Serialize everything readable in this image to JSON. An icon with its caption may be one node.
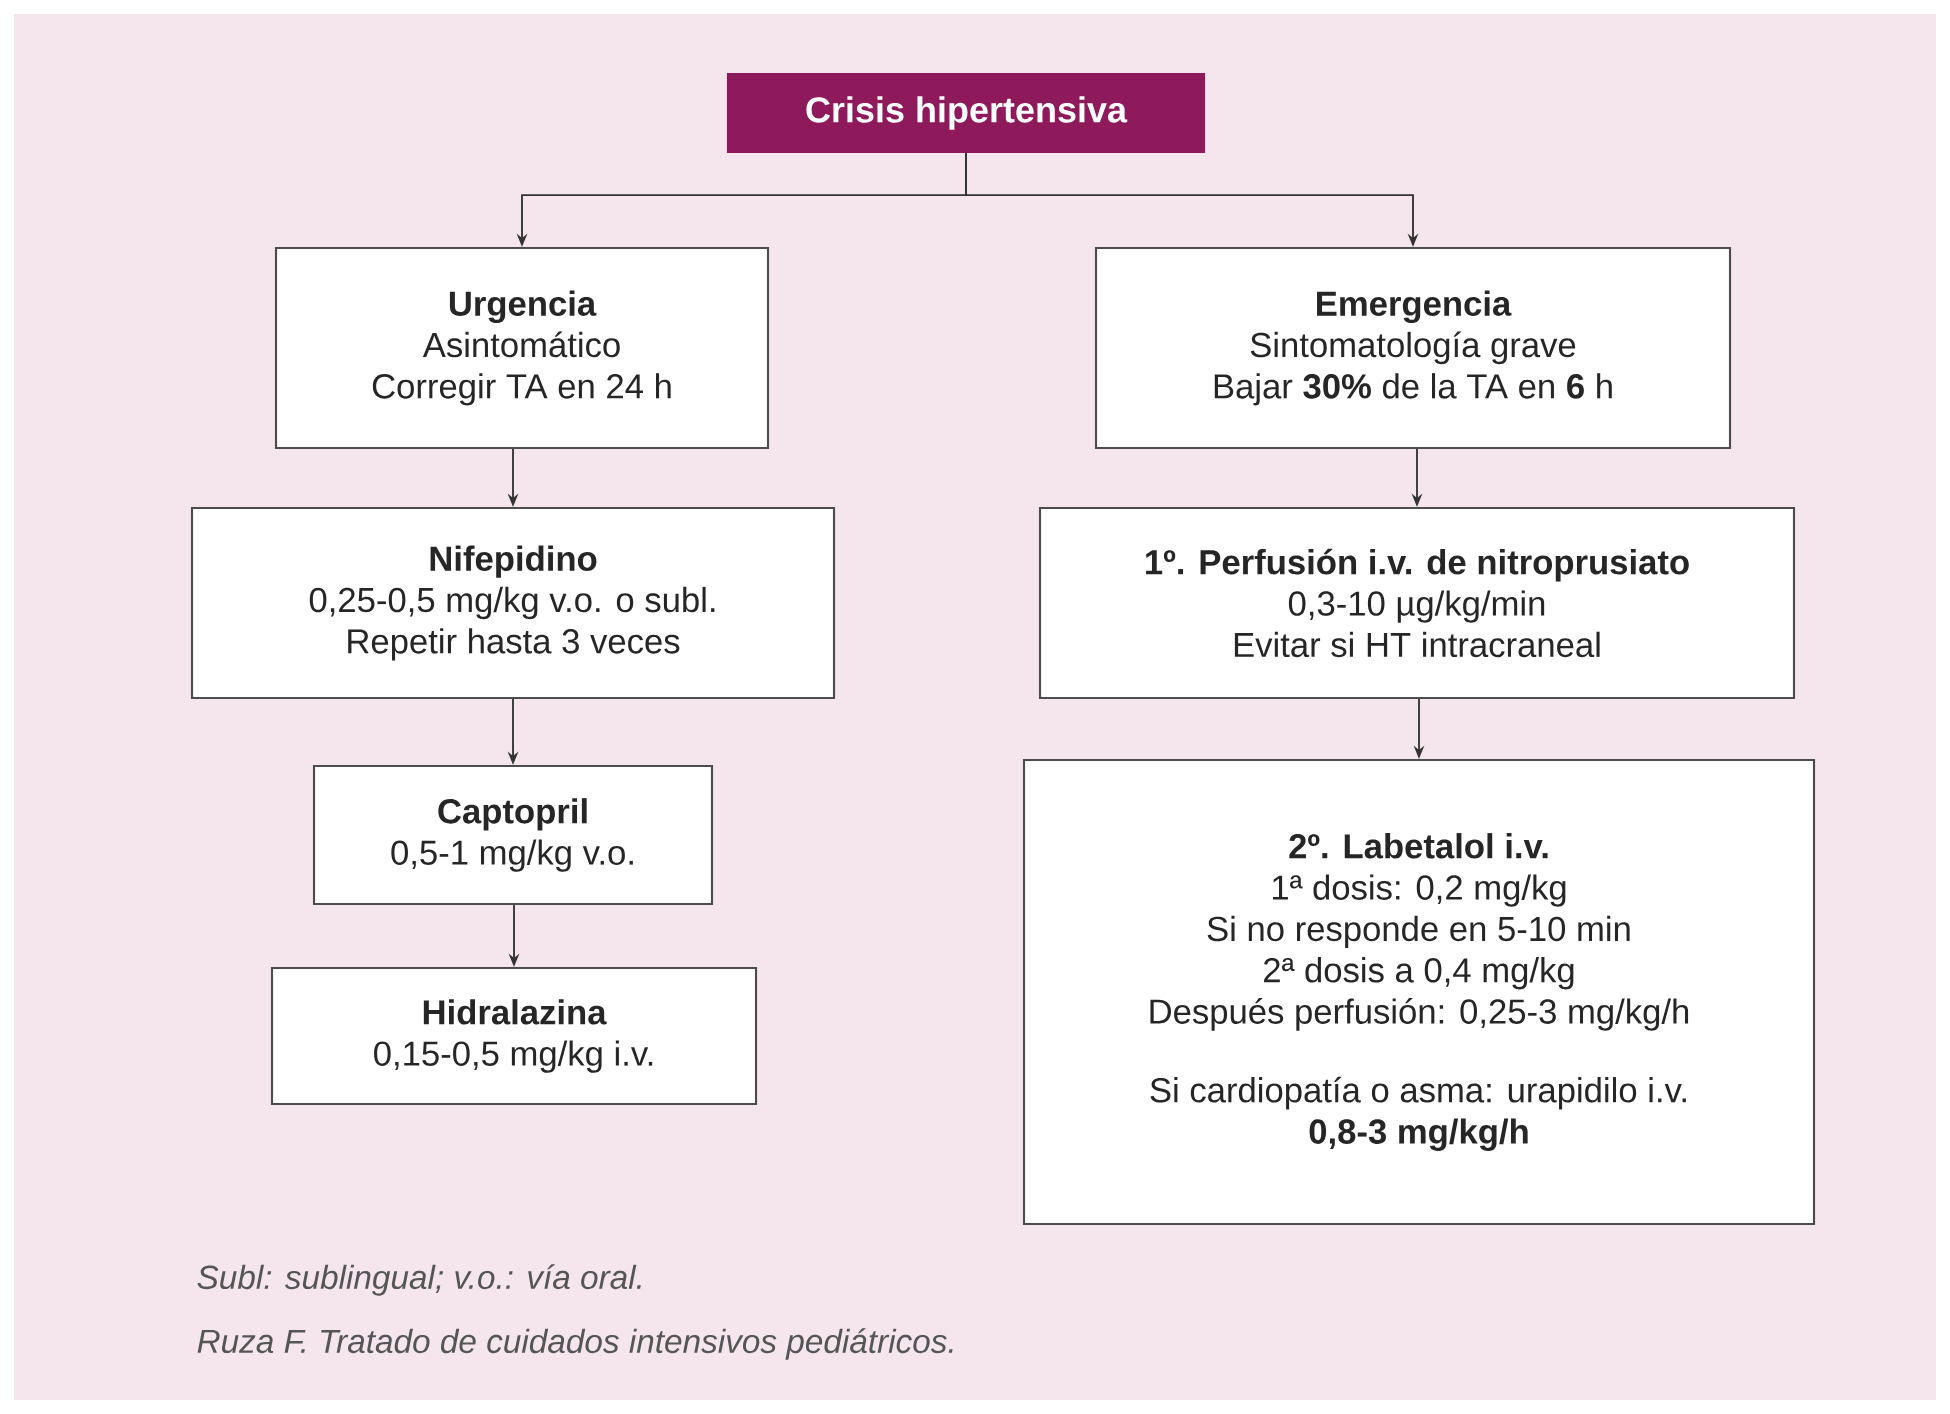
{
  "diagram": {
    "nodes": [
      {
        "text": [
          "Crisis hipertensiva"
        ]
      },
      {
        "text": [
          "Urgencia",
          "Asintomático",
          "Corregir TA en 24 h"
        ]
      },
      {
        "text": [
          "Emergencia",
          "Sintomatología grave",
          "Bajar **30%** de la TA en **6** h"
        ]
      },
      {
        "text": [
          "Nifepidino",
          "0,25-0,5 mg/kg v.o. o subl.",
          "Repetir hasta 3 veces"
        ]
      },
      {
        "text": [
          "1º. Perfusión i.v. de nitroprusiato",
          "0,3-10 µg/kg/min",
          "Evitar si HT intracraneal"
        ]
      },
      {
        "text": [
          "Captopril",
          "0,5-1 mg/kg v.o."
        ]
      },
      {
        "text": [
          "2º. Labetalol i.v.",
          "1ª dosis: 0,2 mg/kg",
          "Si no responde en 5-10 min",
          "2ª dosis a 0,4 mg/kg",
          "Después perfusión: 0,25-3 mg/kg/h",
          "Si cardiopatía o asma: urapidilo i.v.",
          "0,8-3 mg/kg/h"
        ]
      },
      {
        "text": [
          "Hidralazina",
          "0,15-0,5 mg/kg i.v."
        ]
      }
    ],
    "edges": [
      {
        "from": 0,
        "to": 1,
        "arrow": "to"
      },
      {
        "from": 0,
        "to": 2,
        "arrow": "to"
      },
      {
        "from": 1,
        "to": 3,
        "arrow": "to"
      },
      {
        "from": 2,
        "to": 4,
        "arrow": "to"
      },
      {
        "from": 3,
        "to": 5,
        "arrow": "to"
      },
      {
        "from": 4,
        "to": 6,
        "arrow": "to"
      },
      {
        "from": 5,
        "to": 7,
        "arrow": "to"
      }
    ],
    "labels": [
      "Subl: sublingual; v.o.: vía oral.",
      "Ruza F. Tratado de cuidados intensivos pediátricos."
    ]
  }
}
